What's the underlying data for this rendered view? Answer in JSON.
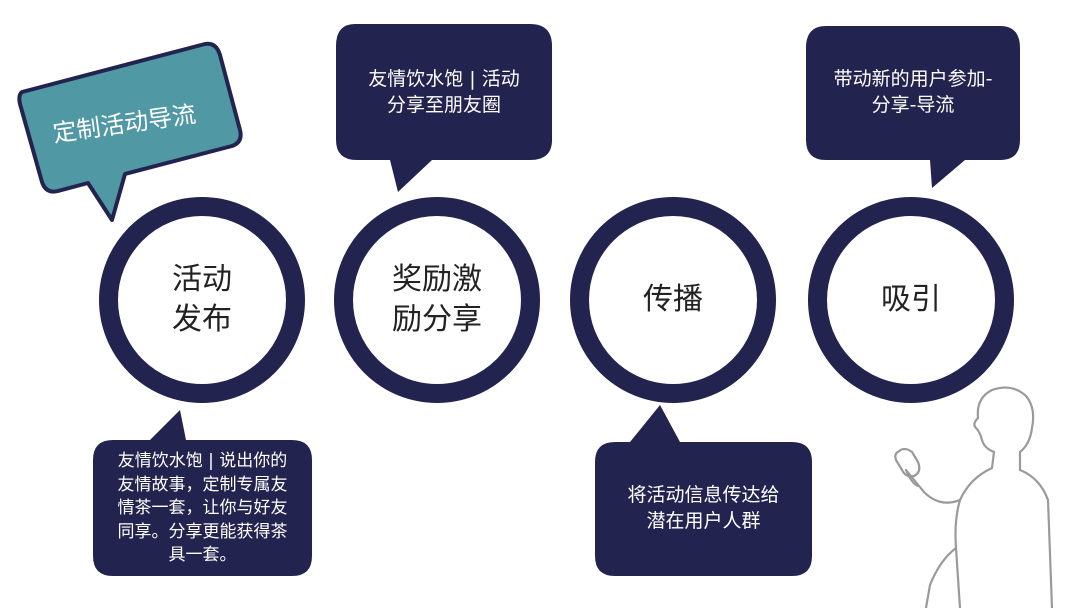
{
  "colors": {
    "navy": "#23234f",
    "teal": "#4f98a4",
    "teal_border": "#23234f",
    "ring_text": "#222222",
    "bubble_text": "#ffffff"
  },
  "tag": {
    "label": "定制活动导流"
  },
  "steps": [
    {
      "line1": "活动",
      "line2": "发布"
    },
    {
      "line1": "奖励激",
      "line2": "励分享"
    },
    {
      "line1": "传播",
      "line2": ""
    },
    {
      "line1": "吸引",
      "line2": ""
    }
  ],
  "bubbles": {
    "top_share": {
      "line1": "友情饮水饱 | 活动",
      "line2": "分享至朋友圈"
    },
    "top_attract": {
      "line1": "带动新的用户参加-",
      "line2": "分享-导流"
    },
    "bottom_release": {
      "line1": "友情饮水饱 | 说出你的",
      "line2": "友情故事，定制专属友",
      "line3": "情茶一套，让你与好友",
      "line4": "同享。分享更能获得茶",
      "line5": "具一套。"
    },
    "bottom_spread": {
      "line1": "将活动信息传达给",
      "line2": "潜在用户人群"
    }
  },
  "figure": {
    "icon": "thinking-person-icon"
  }
}
